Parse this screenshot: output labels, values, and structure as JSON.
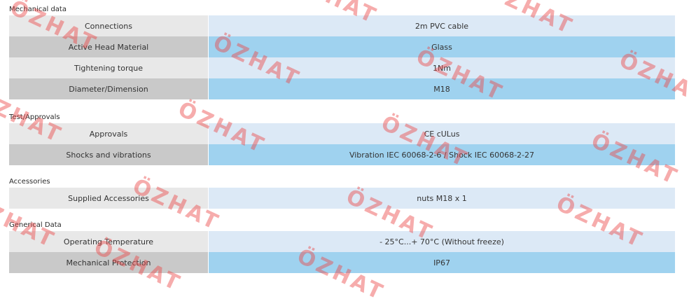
{
  "sections": [
    {
      "title": "Mechanical data",
      "rows": [
        {
          "label": "Connections",
          "value": "2m PVC cable"
        },
        {
          "label": "Active Head Material",
          "value": "Glass"
        },
        {
          "label": "Tightening torque",
          "value": "1Nm"
        },
        {
          "label": "Diameter/Dimension",
          "value": "M18"
        }
      ]
    },
    {
      "title": "Test/Approvals",
      "rows": [
        {
          "label": "Approvals",
          "value": "CE cULus"
        },
        {
          "label": "Shocks and vibrations",
          "value": "Vibration IEC 60068-2-6 / Shock IEC 60068-2-27"
        }
      ]
    },
    {
      "title": "Accessories",
      "rows": [
        {
          "label": "Supplied Accessories",
          "value": "nuts M18 x 1"
        }
      ]
    },
    {
      "title": "Generical Data",
      "rows": [
        {
          "label": "Operating Temperature",
          "value": "- 25°C...+ 70°C (Without freeze)"
        },
        {
          "label": "Mechanical Protection",
          "value": "IP67"
        }
      ]
    }
  ],
  "watermark": {
    "text": "ÖZHAT",
    "color": "#eb4646"
  }
}
